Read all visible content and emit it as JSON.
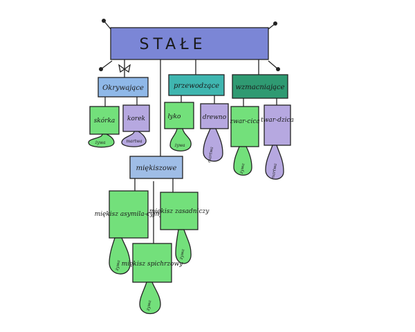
{
  "title": "STAŁE",
  "colors": {
    "title_box": "#7b86d6",
    "blue_box": "#8fb8e8",
    "teal_box": "#3fb6b0",
    "green_box": "#2f9a72",
    "green_leaf": "#73e07b",
    "purple_leaf": "#b6a8e0",
    "blue_sub": "#9fbde6"
  },
  "categories": [
    {
      "label": "Okrywające"
    },
    {
      "label": "przewodzące"
    },
    {
      "label": "wzmacniające"
    },
    {
      "label": "miękiszowe"
    }
  ],
  "leaves": [
    {
      "label": "skórka",
      "drop": "żywa"
    },
    {
      "label": "korek",
      "drop": "martwa"
    },
    {
      "label": "łyko",
      "drop": "żywa"
    },
    {
      "label": "drewno",
      "drop": "martwa"
    },
    {
      "label": "zwar-cica",
      "drop": "żywa"
    },
    {
      "label": "twar-dzica",
      "drop": "martwa"
    },
    {
      "label": "miękisz asymila-cyjny",
      "drop": "żywa"
    },
    {
      "label": "miękisz zasadniczy",
      "drop": "żywa"
    },
    {
      "label": "miękisz spichrzowy",
      "drop": "żywa"
    }
  ]
}
